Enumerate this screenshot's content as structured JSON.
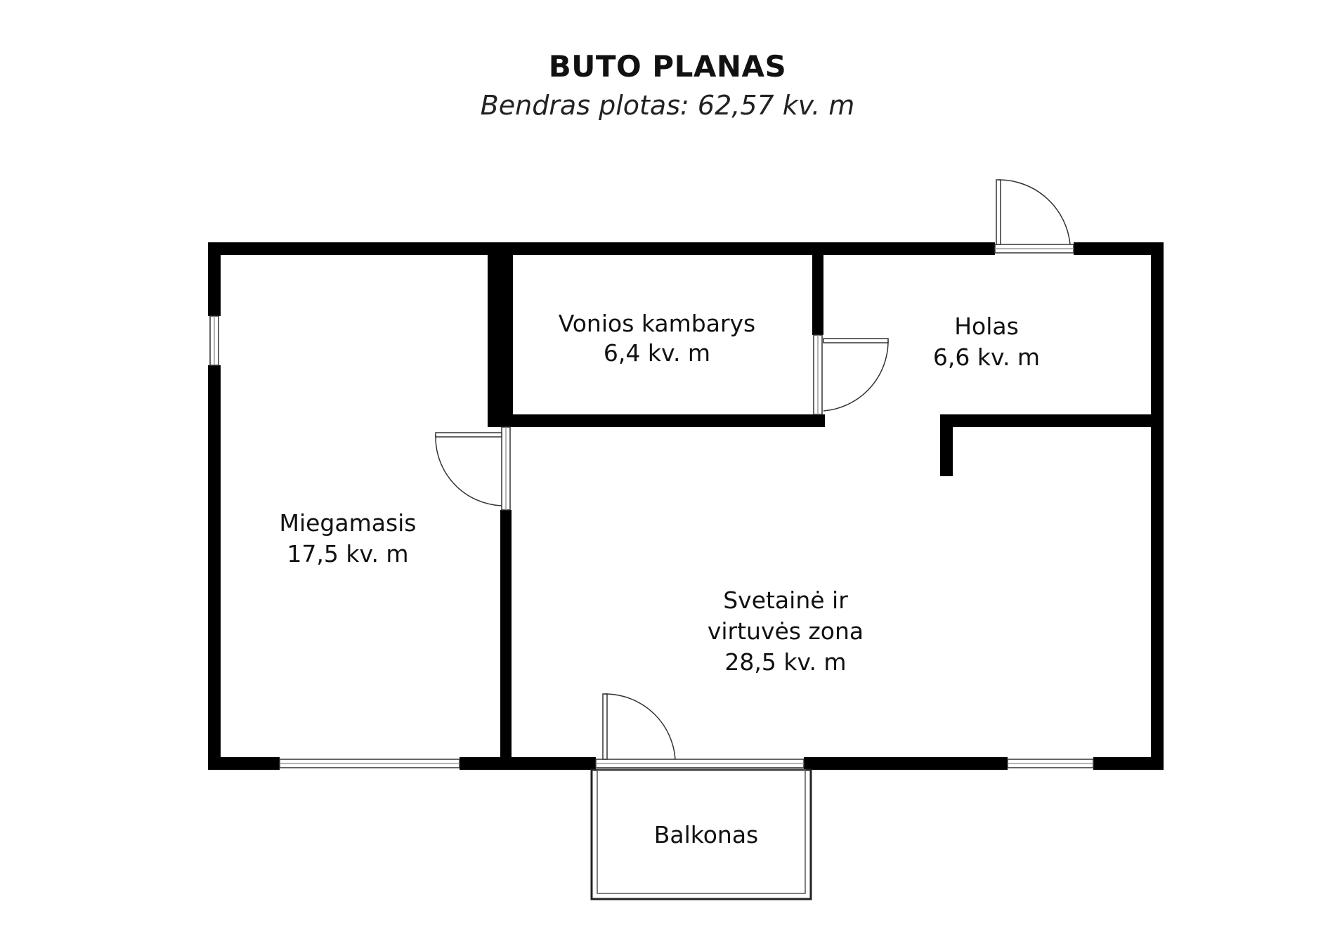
{
  "header": {
    "title": "BUTO PLANAS",
    "subtitle": "Bendras plotas: 62,57 kv. m"
  },
  "rooms": {
    "bathroom": {
      "name": "Vonios kambarys",
      "area": "6,4 kv. m"
    },
    "hall": {
      "name": "Holas",
      "area": "6,6 kv. m"
    },
    "bedroom": {
      "name": "Miegamasis",
      "area": "17,5 kv. m"
    },
    "living": {
      "name_line1": "Svetainė ir",
      "name_line2": "virtuvės zona",
      "area": "28,5 kv. m"
    },
    "balcony": {
      "name": "Balkonas"
    }
  },
  "colors": {
    "wall": "#000000",
    "background": "#ffffff",
    "window_glass": "#9a9a9a"
  }
}
